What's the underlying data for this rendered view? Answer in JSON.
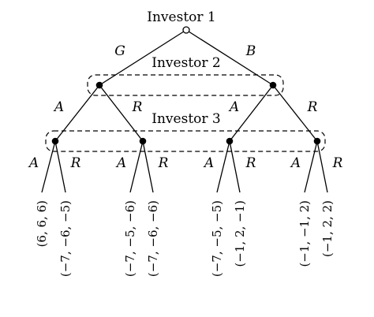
{
  "tree": {
    "players": {
      "investor1": "Investor 1",
      "investor2": "Investor 2",
      "investor3": "Investor 3"
    },
    "root_actions": {
      "left": "G",
      "right": "B"
    },
    "level2_actions": {
      "left_node": {
        "left": "A",
        "right": "R"
      },
      "right_node": {
        "left": "A",
        "right": "R"
      }
    },
    "level3_actions": [
      {
        "left": "A",
        "right": "R"
      },
      {
        "left": "A",
        "right": "R"
      },
      {
        "left": "A",
        "right": "R"
      },
      {
        "left": "A",
        "right": "R"
      }
    ],
    "payoffs": [
      "(6, 6, 6)",
      "(−7, −6, −5)",
      "(−7, −5, −6)",
      "(−7, −6, −6)",
      "(−7, −5, −5)",
      "(−1, 2, −1)",
      "(−1, −1, 2)",
      "(−1, 2, 2)"
    ]
  }
}
